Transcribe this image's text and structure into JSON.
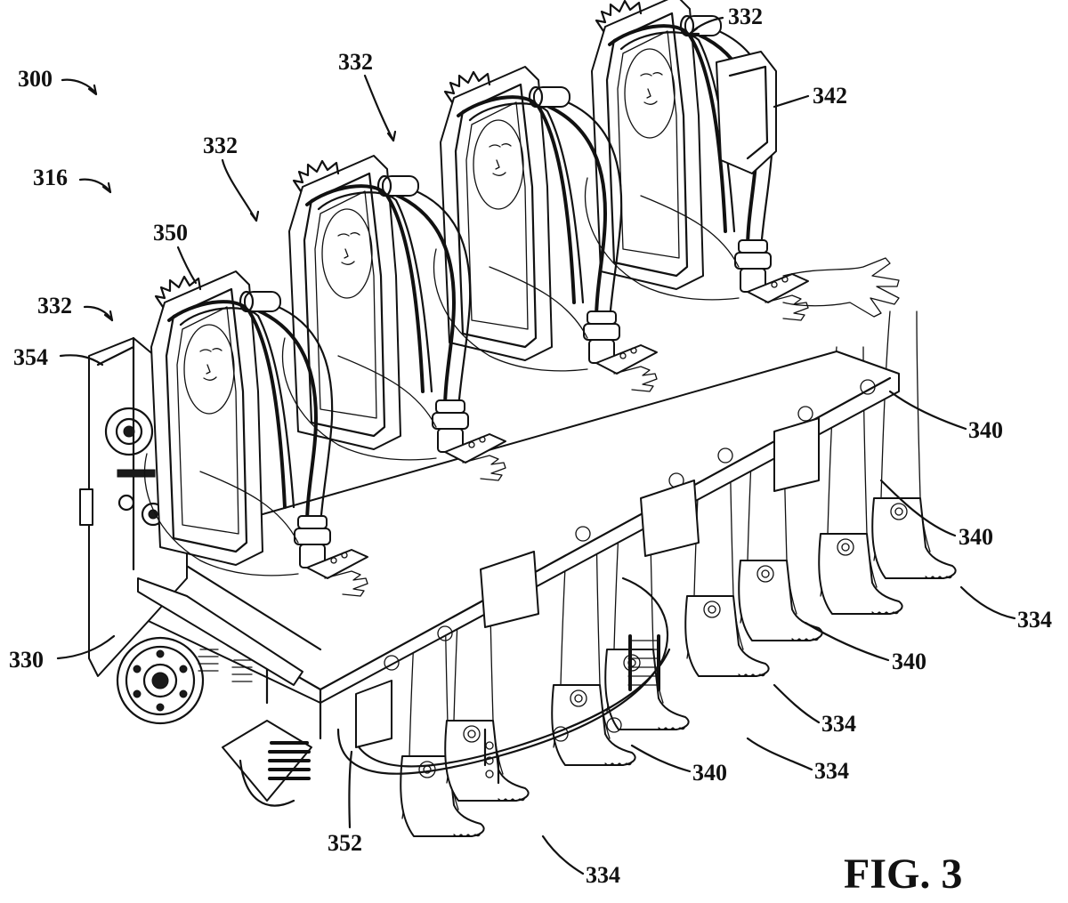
{
  "figure": {
    "title": "FIG. 3",
    "labels": [
      {
        "id": "ref-300",
        "text": "300"
      },
      {
        "id": "ref-316",
        "text": "316"
      },
      {
        "id": "ref-332-a",
        "text": "332"
      },
      {
        "id": "ref-332-b",
        "text": "332"
      },
      {
        "id": "ref-332-c",
        "text": "332"
      },
      {
        "id": "ref-332-d",
        "text": "332"
      },
      {
        "id": "ref-342",
        "text": "342"
      },
      {
        "id": "ref-350",
        "text": "350"
      },
      {
        "id": "ref-354",
        "text": "354"
      },
      {
        "id": "ref-330",
        "text": "330"
      },
      {
        "id": "ref-352",
        "text": "352"
      },
      {
        "id": "ref-340-a",
        "text": "340"
      },
      {
        "id": "ref-340-b",
        "text": "340"
      },
      {
        "id": "ref-340-c",
        "text": "340"
      },
      {
        "id": "ref-340-d",
        "text": "340"
      },
      {
        "id": "ref-334-a",
        "text": "334"
      },
      {
        "id": "ref-334-b",
        "text": "334"
      },
      {
        "id": "ref-334-c",
        "text": "334"
      },
      {
        "id": "ref-334-d",
        "text": "334"
      }
    ]
  }
}
